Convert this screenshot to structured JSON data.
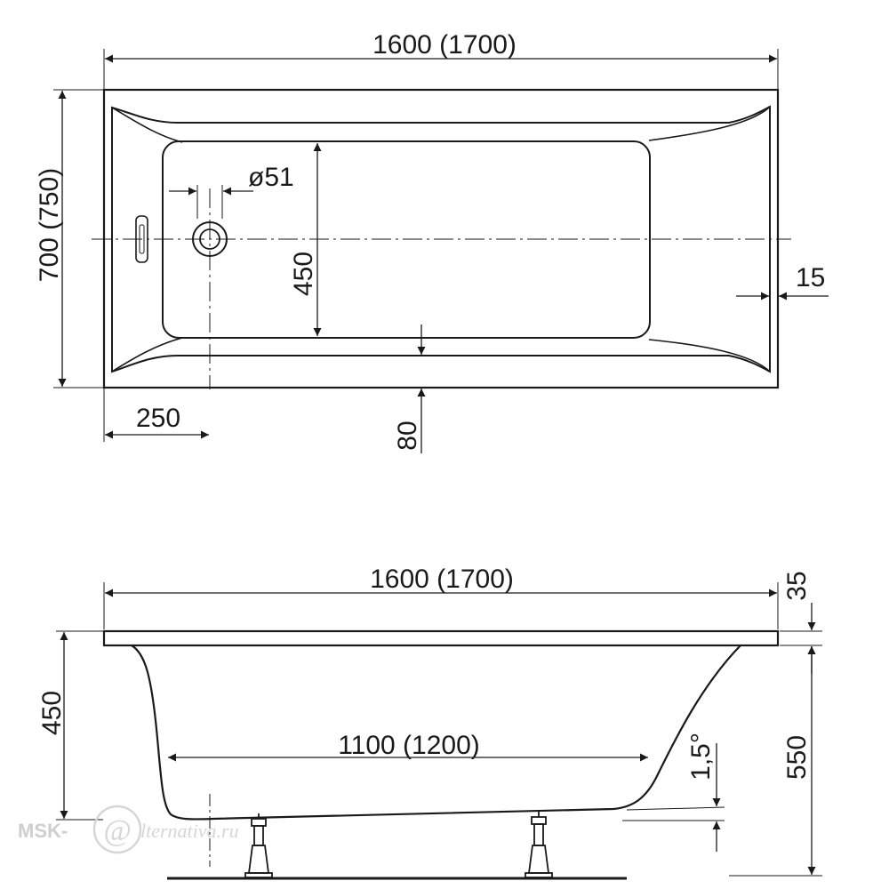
{
  "top_view": {
    "length_label": "1600 (1700)",
    "width_label": "700 (750)",
    "drain_diameter_label": "ø51",
    "inner_width_label": "450",
    "rim_label": "15",
    "drain_offset_label": "250",
    "side_offset_label": "80"
  },
  "side_view": {
    "length_label": "1600 (1700)",
    "rim_thickness_label": "35",
    "depth_label": "450",
    "bottom_length_label": "1100 (1200)",
    "slope_label": "1,5°",
    "total_height_label": "550"
  },
  "watermark": {
    "brand": "MSK-",
    "site": "lternativa.ru"
  },
  "colors": {
    "line": "#1a1a1a",
    "watermark": "#cfcfcf"
  }
}
